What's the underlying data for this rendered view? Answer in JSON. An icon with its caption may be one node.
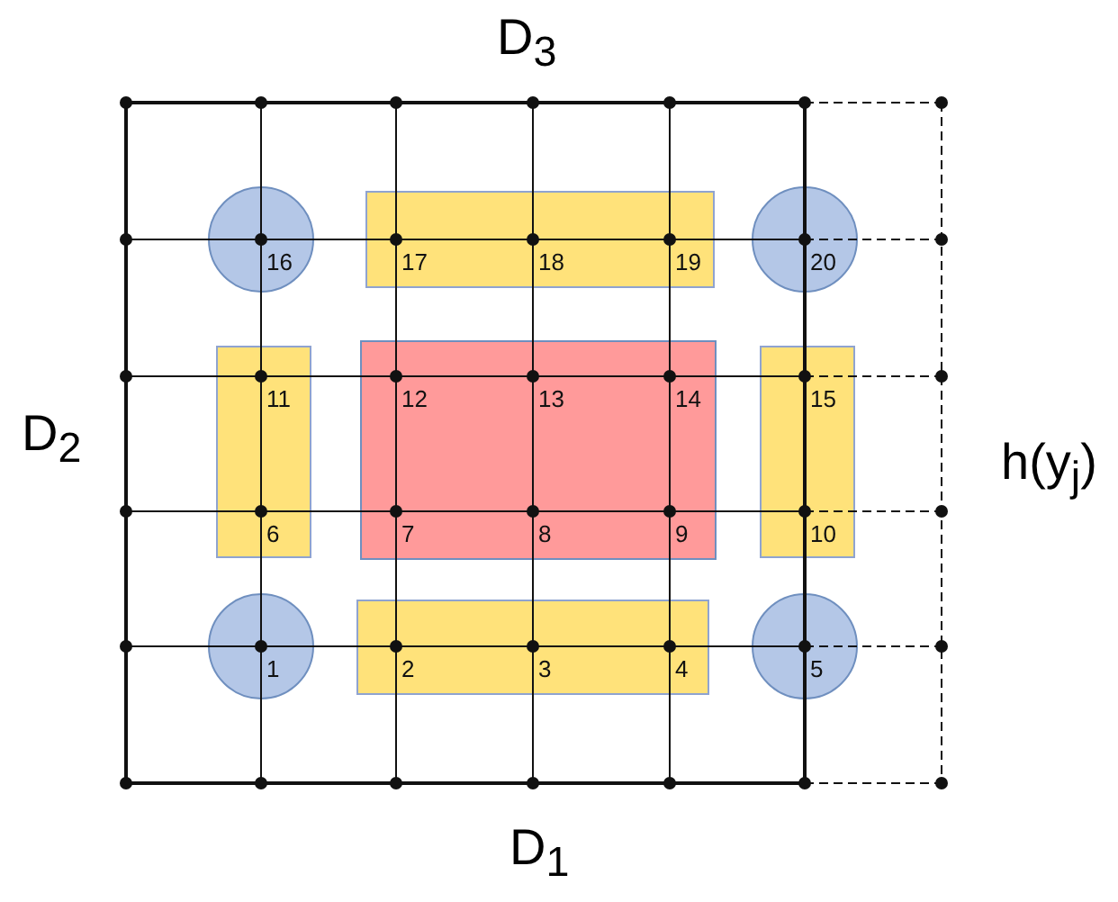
{
  "diagram": {
    "nodes": [
      {
        "text": [
          "16"
        ]
      },
      {
        "text": [
          "17",
          "18",
          "19"
        ]
      },
      {
        "text": [
          "20"
        ]
      },
      {
        "text": [
          "11",
          "6"
        ]
      },
      {
        "text": [
          "12",
          "13",
          "14",
          "7",
          "8",
          "9"
        ]
      },
      {
        "text": [
          "15",
          "10"
        ]
      },
      {
        "text": [
          "1"
        ]
      },
      {
        "text": [
          "2",
          "3",
          "4"
        ]
      },
      {
        "text": [
          "5"
        ]
      }
    ],
    "labels": [
      "D$_{3}$",
      "D$_{2}$",
      "h(y$_{j}$)",
      "D$_{1}$"
    ]
  }
}
